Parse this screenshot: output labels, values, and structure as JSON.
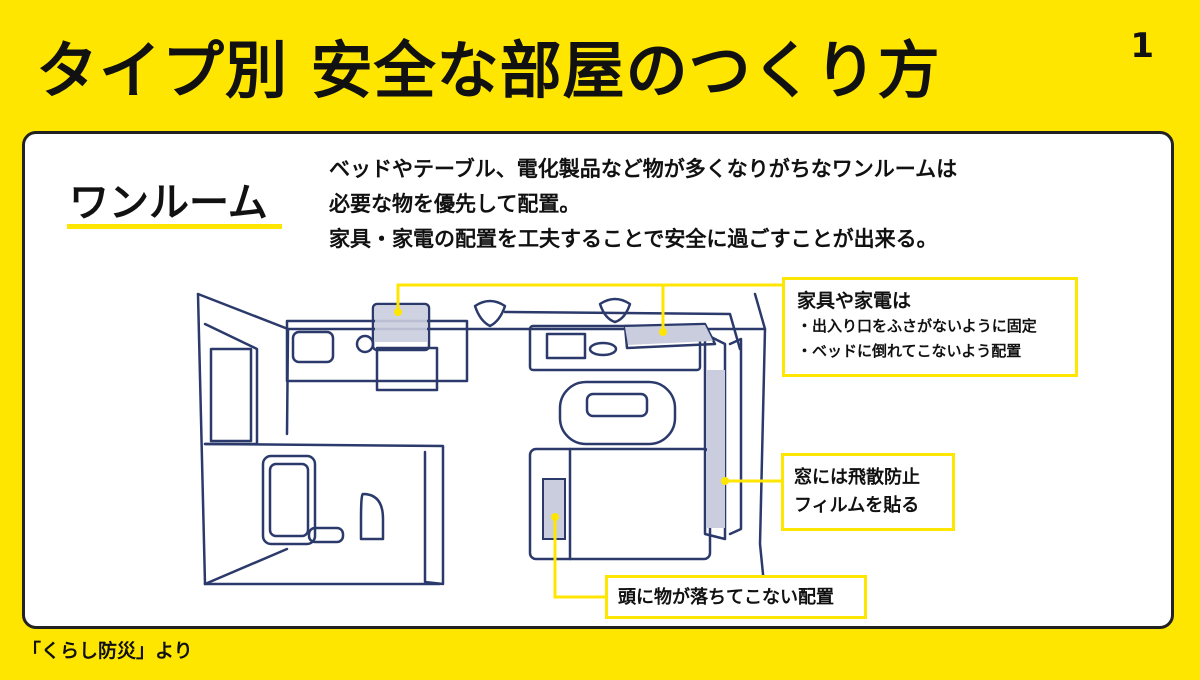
{
  "header": {
    "title": "タイプ別 安全な部屋のつくり方",
    "page_number": "1"
  },
  "section": {
    "title": "ワンルーム",
    "intro_lines": [
      "ベッドやテーブル、電化製品など物が多くなりがちなワンルームは",
      "必要な物を優先して配置。",
      "家具・家電の配置を工夫することで安全に過ごすことが出来る。"
    ]
  },
  "callouts": {
    "furniture": {
      "heading": "家具や家電は",
      "items": [
        "・出入り口をふさがないように固定",
        "・ベッドに倒れてこないよう配置"
      ]
    },
    "window": {
      "lines": [
        "窓には飛散防止",
        "フィルムを貼る"
      ]
    },
    "bed": {
      "text": "頭に物が落ちてこない配置"
    }
  },
  "footer": {
    "source": "「くらし防災」より"
  },
  "colors": {
    "background": "#FFE600",
    "accent": "#FFE600",
    "ink": "#2B3A6B",
    "fill_gray": "#C9CDDE"
  }
}
